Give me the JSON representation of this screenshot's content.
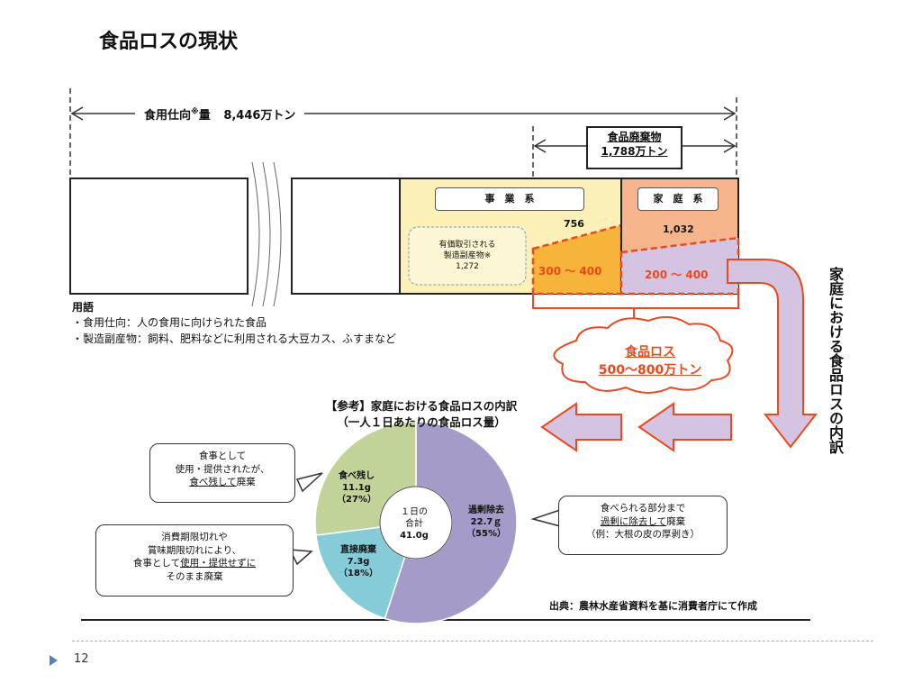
{
  "title": "食品ロスの現状",
  "supply": {
    "label_prefix": "食用仕向",
    "label_mark": "※",
    "label_suffix": "量",
    "value": "8,446万トン"
  },
  "waste_total": {
    "label": "食品廃棄物",
    "value": "1,788万トン"
  },
  "business": {
    "label": "事　業　系",
    "amount": "756",
    "loss": "300 ～ 400",
    "byproduct_l1": "有価取引される",
    "byproduct_l2": "製造副産物※",
    "byproduct_value": "1,272"
  },
  "household": {
    "label": "家　庭　系",
    "amount": "1,032",
    "loss": "200 ～ 400"
  },
  "loss": {
    "label": "食品ロス",
    "value": "500～800万トン"
  },
  "vertical_label": "家庭における食品ロスの内訳",
  "terms": {
    "heading": "用語",
    "line1": "・食用仕向：人の食用に向けられた食品",
    "line2": "・製造副産物：飼料、肥料などに利用される大豆カス、ふすまなど"
  },
  "reference": {
    "line1": "【参考】家庭における食品ロスの内訳",
    "line2": "（一人１日あたりの食品ロス量）"
  },
  "pie": {
    "center_l1": "１日の",
    "center_l2": "合計",
    "center_value": "41.0g",
    "slices": [
      {
        "name": "過剰除去",
        "grams": "22.7ｇ",
        "pct": "（55%）",
        "value": 55,
        "color": "#a59bc8"
      },
      {
        "name": "直接廃棄",
        "grams": "7.3g",
        "pct": "（18%）",
        "value": 18,
        "color": "#86cbd8"
      },
      {
        "name": "食べ残し",
        "grams": "11.1g",
        "pct": "（27%）",
        "value": 27,
        "color": "#c2d39a"
      }
    ]
  },
  "callouts": {
    "leftovers_l1": "食事として",
    "leftovers_l2": "使用・提供されたが、",
    "leftovers_l3a": "食べ残して",
    "leftovers_l3b": "廃棄",
    "direct_l1": "消費期限切れや",
    "direct_l2": "賞味期限切れにより、",
    "direct_l3a": "食事として",
    "direct_l3b": "使用・提供せずに",
    "direct_l4": "そのまま廃棄",
    "excess_l1": "食べられる部分まで",
    "excess_l2a": "過剰に除去して",
    "excess_l2b": "廃棄",
    "excess_l3": "（例：大根の皮の厚剥き）"
  },
  "source": "出典：農林水産省資料を基に消費者庁にて作成",
  "slide_number": "12"
}
